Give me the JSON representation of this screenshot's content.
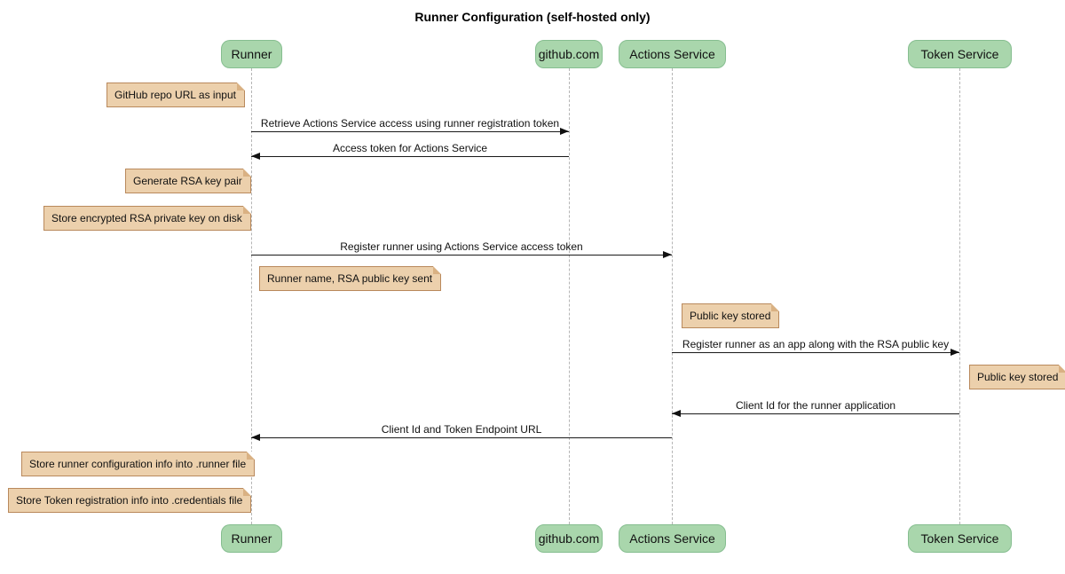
{
  "title": "Runner Configuration (self-hosted only)",
  "diagram_type": "sequence-diagram",
  "participants": [
    {
      "name": "Runner"
    },
    {
      "name": "github.com"
    },
    {
      "name": "Actions Service"
    },
    {
      "name": "Token Service"
    }
  ],
  "messages": [
    {
      "from": "Runner",
      "to": "github.com",
      "label": "Retrieve Actions Service access using runner registration token"
    },
    {
      "from": "github.com",
      "to": "Runner",
      "label": "Access token for Actions Service"
    },
    {
      "from": "Runner",
      "to": "Actions Service",
      "label": "Register runner using Actions Service access token"
    },
    {
      "from": "Actions Service",
      "to": "Token Service",
      "label": "Register runner as an app along with the RSA public key"
    },
    {
      "from": "Token Service",
      "to": "Actions Service",
      "label": "Client Id for the runner application"
    },
    {
      "from": "Actions Service",
      "to": "Runner",
      "label": "Client Id and Token Endpoint URL"
    }
  ],
  "notes": [
    {
      "actor": "Runner",
      "side": "left",
      "text": "GitHub repo URL as input"
    },
    {
      "actor": "Runner",
      "side": "left",
      "text": "Generate RSA key pair"
    },
    {
      "actor": "Runner",
      "side": "left",
      "text": "Store encrypted RSA private key on disk"
    },
    {
      "actor": "Runner",
      "side": "right",
      "text": "Runner name, RSA public key sent"
    },
    {
      "actor": "Actions Service",
      "side": "right",
      "text": "Public key stored"
    },
    {
      "actor": "Token Service",
      "side": "right",
      "text": "Public key stored"
    },
    {
      "actor": "Runner",
      "side": "left",
      "text": "Store runner configuration info into .runner file"
    },
    {
      "actor": "Runner",
      "side": "left",
      "text": "Store Token registration info into .credentials file"
    }
  ],
  "colors": {
    "participant_fill": "#A9D6AC",
    "participant_border": "#86BE90",
    "note_fill": "#ECD0AC",
    "note_border": "#B9895C",
    "lifeline": "#B5B5B5",
    "arrow": "#1A1A1A",
    "background": "#FFFFFF"
  }
}
